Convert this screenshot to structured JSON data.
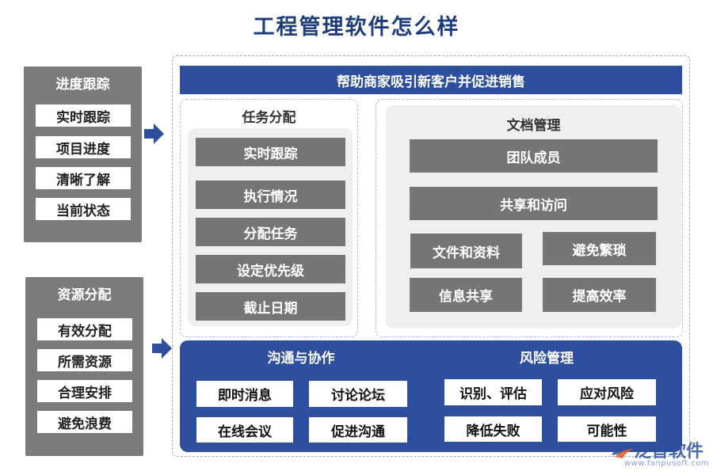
{
  "title": "工程管理软件怎么样",
  "header_bar": "帮助商家吸引新客户并促进销售",
  "left_panels": [
    {
      "title": "进度跟踪",
      "items": [
        "实时跟踪",
        "项目进度",
        "清晰了解",
        "当前状态"
      ]
    },
    {
      "title": "资源分配",
      "items": [
        "有效分配",
        "所需资源",
        "合理安排",
        "避免浪费"
      ]
    }
  ],
  "task_section": {
    "title": "任务分配",
    "items": [
      "实时跟踪",
      "执行情况",
      "分配任务",
      "设定优先级",
      "截止日期"
    ]
  },
  "doc_section": {
    "title": "文档管理",
    "items": [
      "团队成员",
      "共享和访问",
      "文件和资料",
      "避免繁琐",
      "信息共享",
      "提高效率"
    ]
  },
  "communication": {
    "title": "沟通与协作",
    "items": [
      "即时消息",
      "讨论论坛",
      "在线会议",
      "促进沟通"
    ]
  },
  "risk": {
    "title": "风险管理",
    "items": [
      "识别、评估",
      "应对风险",
      "降低失败",
      "可能性"
    ]
  },
  "watermark": {
    "brand": "泛普软件",
    "url": "www.fanpusoft.com"
  },
  "colors": {
    "blue": "#2d4f9e",
    "gray": "#7b7b7b",
    "title": "#1f3d7a"
  }
}
